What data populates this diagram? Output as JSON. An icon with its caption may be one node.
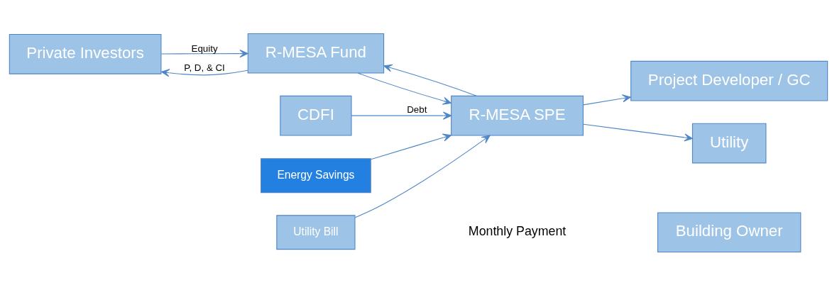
{
  "diagram": {
    "nodes": [
      {
        "text": [
          "Private Investors"
        ]
      },
      {
        "text": [
          "R-MESA Fund"
        ]
      },
      {
        "text": [
          "CDFI"
        ]
      },
      {
        "text": [
          "R-MESA SPE"
        ]
      },
      {
        "text": [
          "Energy Savings"
        ]
      },
      {
        "text": [
          "Utility Bill"
        ]
      },
      {
        "text": [
          "Building Owner"
        ]
      },
      {
        "text": [
          "Project Developer / GC"
        ]
      },
      {
        "text": [
          "Utility"
        ]
      }
    ],
    "edges": [
      {
        "from": 1,
        "to": 0,
        "arrow": "to",
        "label": "P, D, & CI"
      },
      {
        "from": 0,
        "to": 1,
        "arrow": "to",
        "label": "Equity"
      },
      {
        "from": 3,
        "to": 1,
        "arrow": "to"
      },
      {
        "from": 1,
        "to": 3,
        "arrow": "to"
      },
      {
        "from": 2,
        "to": 3,
        "arrow": "to",
        "label": "Debt"
      },
      {
        "from": 4,
        "to": 3,
        "arrow": "to"
      },
      {
        "from": 5,
        "to": 3,
        "arrow": "to"
      },
      {
        "from": 3,
        "to": 7,
        "arrow": "to"
      },
      {
        "from": 3,
        "to": 8,
        "arrow": "to"
      }
    ],
    "labels": [
      "Monthly Payment"
    ]
  }
}
